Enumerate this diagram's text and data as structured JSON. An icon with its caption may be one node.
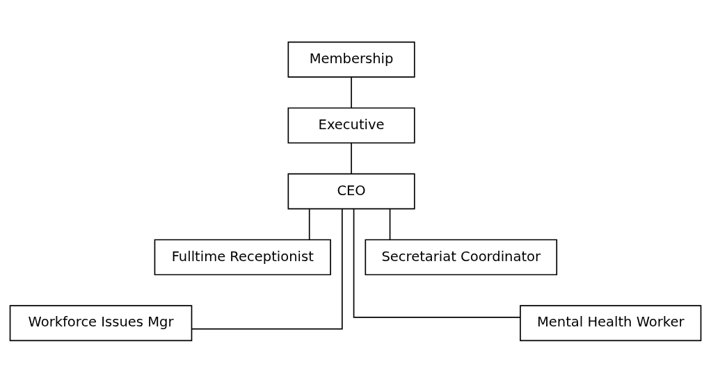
{
  "diagram": {
    "nodes": [
      {
        "text": [
          "Membership"
        ]
      },
      {
        "text": [
          "Executive"
        ]
      },
      {
        "text": [
          "CEO"
        ]
      },
      {
        "text": [
          "Fulltime Receptionist"
        ]
      },
      {
        "text": [
          "Secretariat Coordinator"
        ]
      },
      {
        "text": [
          "Workforce Issues Mgr"
        ]
      },
      {
        "text": [
          "Mental Health Worker"
        ]
      }
    ],
    "edges": [
      {
        "from": 0,
        "to": 1,
        "arrow": "none"
      },
      {
        "from": 1,
        "to": 2,
        "arrow": "none"
      },
      {
        "from": 2,
        "to": 5,
        "arrow": "none"
      },
      {
        "from": 2,
        "to": 3,
        "arrow": "none"
      },
      {
        "from": 2,
        "to": 4,
        "arrow": "none"
      },
      {
        "from": 2,
        "to": 6,
        "arrow": "none"
      }
    ]
  }
}
